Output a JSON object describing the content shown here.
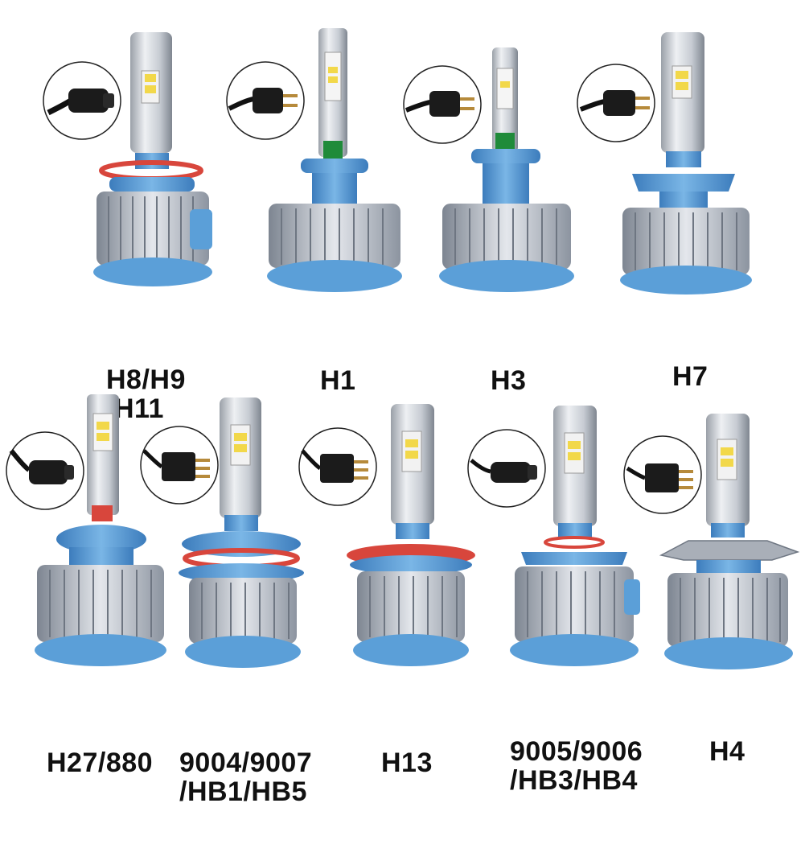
{
  "colors": {
    "base_blue": "#5b9fd8",
    "base_blue_dark": "#3f7fbf",
    "heatsink_silver": "#c9ced6",
    "heatsink_shadow": "#8e96a3",
    "head_chrome": "#d6d9de",
    "led_yellow": "#f2d84a",
    "seal_red": "#d8463c",
    "connector_black": "#1b1b1b"
  },
  "bulbs": [
    {
      "id": "h8-h9-h11",
      "label_lines": [
        "H8/H9",
        "/H11"
      ],
      "connector": "round-plug",
      "collar": "red-ring"
    },
    {
      "id": "h1",
      "label_lines": [
        "H1"
      ],
      "connector": "two-pin",
      "collar": "narrow"
    },
    {
      "id": "h3",
      "label_lines": [
        "H3"
      ],
      "connector": "two-pin",
      "collar": "narrow"
    },
    {
      "id": "h7",
      "label_lines": [
        "H7"
      ],
      "connector": "two-pin",
      "collar": "flange"
    },
    {
      "id": "h27-880",
      "label_lines": [
        "H27/880"
      ],
      "connector": "round-plug",
      "collar": "flange"
    },
    {
      "id": "9004-9007-hb1-hb5",
      "label_lines": [
        "9004/9007",
        "/HB1/HB5"
      ],
      "connector": "three-pin",
      "collar": "red-ring"
    },
    {
      "id": "h13",
      "label_lines": [
        "H13"
      ],
      "connector": "three-pin",
      "collar": "red-ring"
    },
    {
      "id": "9005-9006-hb3-hb4",
      "label_lines": [
        "9005/9006",
        "/HB3/HB4"
      ],
      "connector": "round-plug",
      "collar": "flange"
    },
    {
      "id": "h4",
      "label_lines": [
        "H4"
      ],
      "connector": "three-pin",
      "collar": "metal-flange"
    }
  ]
}
